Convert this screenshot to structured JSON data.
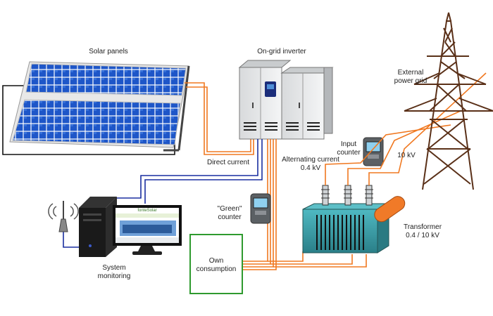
{
  "diagram": {
    "solar_panels": "Solar panels",
    "inverter": "On-grid inverter",
    "external_grid_line1": "External",
    "external_grid_line2": "power grid",
    "direct_current": "Direct current",
    "alternating_current_line1": "Alternating current",
    "alternating_current_line2": "0.4 kV",
    "input_counter_line1": "Input",
    "input_counter_line2": "counter",
    "kv10": "10 kV",
    "green_counter_line1": "\"Green\"",
    "green_counter_line2": "counter",
    "transformer_line1": "Transformer",
    "transformer_line2": "0.4 / 10 kV",
    "own_consumption_line1": "Own",
    "own_consumption_line2": "consumption",
    "system_monitoring_line1": "System",
    "system_monitoring_line2": "monitoring",
    "monitor_brand": "fonteSolar"
  },
  "colors": {
    "dc_line": "#f07820",
    "ac_line": "#f07820",
    "data_line": "#1a2fa0",
    "panel_cell": "#1e56c8",
    "tower": "#5a3018",
    "transformer_body": "#3aa0a8",
    "own_consumption_border": "#2e9a2e"
  }
}
